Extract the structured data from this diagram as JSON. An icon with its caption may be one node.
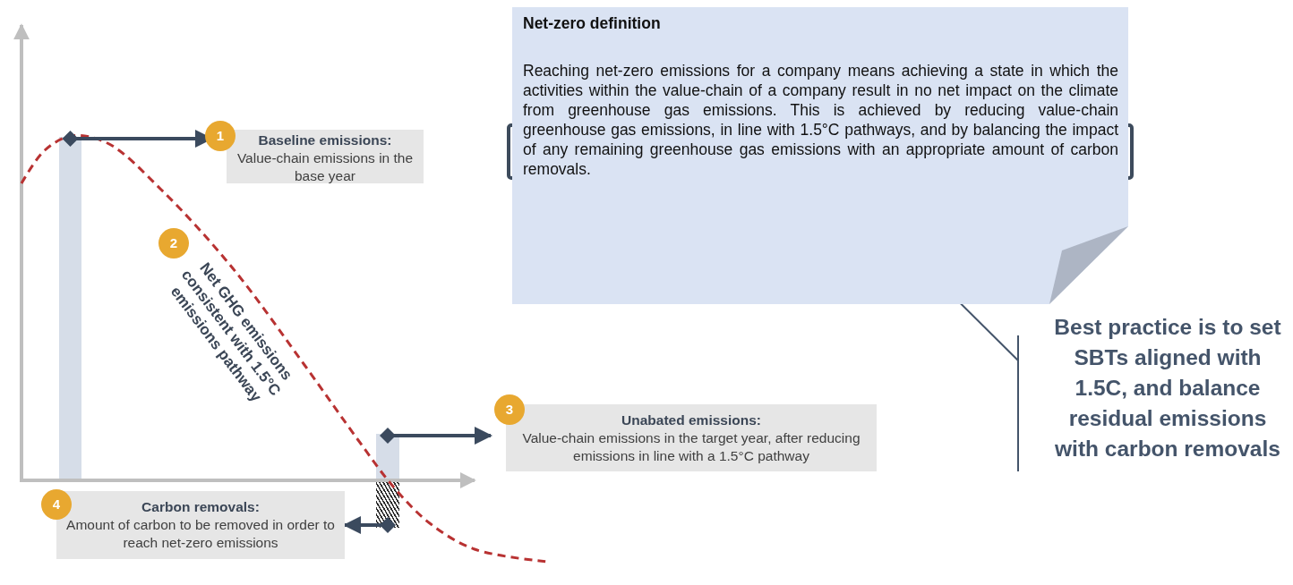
{
  "diagram": {
    "nodes": [
      {
        "text": [],
        "shape": "bar"
      },
      {
        "text": [
          "Baseline emissions:",
          "Value-chain emissions in the base year"
        ]
      },
      {
        "text": [],
        "shape": "bar"
      },
      {
        "text": [
          "Unabated emissions:",
          "Value-chain emissions in the target year, after reducing emissions in line with a 1.5°C pathway"
        ]
      },
      {
        "text": [],
        "shape": "bar"
      },
      {
        "text": [
          "Carbon removals:",
          "Amount of carbon to be removed in order to reach net-zero emissions"
        ]
      },
      {
        "text": [
          "Net-zero definition",
          "Reaching net-zero emissions for a company means achieving a state in which the activities within the value-chain of a company result in no net impact on the climate from greenhouse gas emissions. This is achieved by reducing value-chain greenhouse gas emissions, in line with 1.5°C pathways, and by balancing the impact of any remaining greenhouse gas emissions with an appropriate amount of carbon removals."
        ]
      },
      {
        "text": [
          "Best practice is to set SBTs aligned with 1.5C, and balance residual emissions with carbon removals"
        ]
      }
    ],
    "edges": [
      {
        "from": 0,
        "to": 1,
        "arrow": "to"
      },
      {
        "from": 2,
        "to": 3,
        "arrow": "to"
      },
      {
        "from": 4,
        "to": 5,
        "arrow": "to"
      },
      {
        "from": 6,
        "to": 7,
        "arrow": "none"
      }
    ],
    "labels": [
      "1",
      "2",
      "Net GHG emissions consistent with 1.5°C emissions pathway",
      "3",
      "4"
    ]
  }
}
